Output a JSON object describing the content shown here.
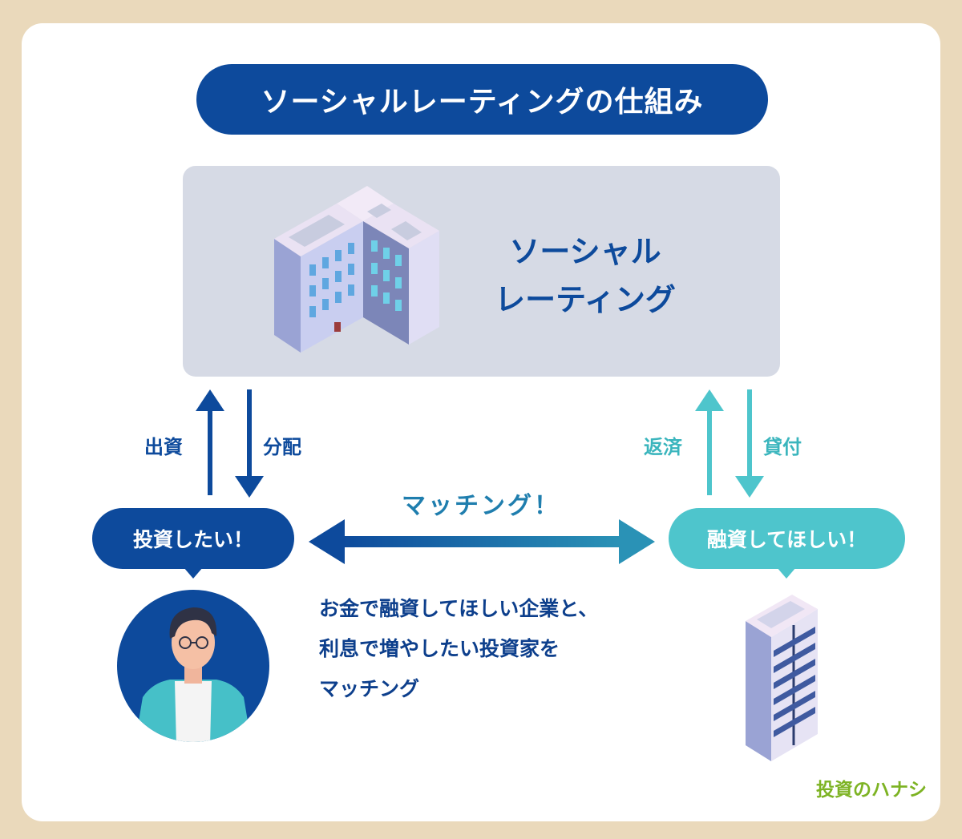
{
  "title": "ソーシャルレーティングの仕組み",
  "platform": {
    "line1": "ソーシャル",
    "line2": "レーティング"
  },
  "flows": {
    "invest": "出資",
    "distribute": "分配",
    "repay": "返済",
    "lend": "貸付"
  },
  "investor_bubble": "投資したい！",
  "borrower_bubble": "融資してほしい！",
  "matching_label": "マッチング！",
  "description": {
    "line1": "お金で融資してほしい企業と、",
    "line2": "利息で増やしたい投資家を",
    "line3": "マッチング"
  },
  "brand": "投資のハナシ",
  "colors": {
    "navy": "#0d4a9c",
    "teal": "#4ec5cc",
    "platform_bg": "#d6dae5",
    "page_bg": "#ead9bb",
    "brand_green": "#7db323"
  }
}
